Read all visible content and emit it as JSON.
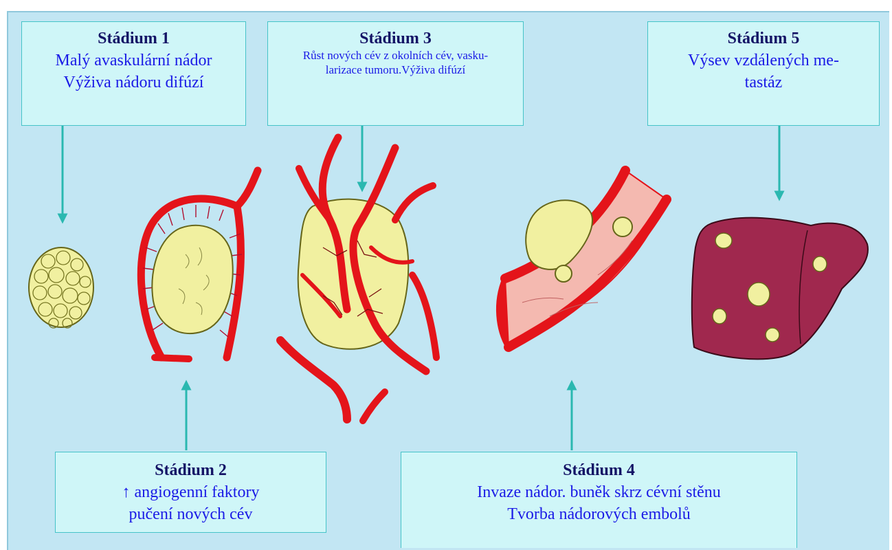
{
  "stages": [
    {
      "id": 1,
      "title": "Stádium 1",
      "lines": [
        "Malý avaskulární nádor",
        "Výživa nádoru difúzí"
      ]
    },
    {
      "id": 2,
      "title": "Stádium 2",
      "lines": [
        "↑ angiogenní faktory",
        "pučení nových cév"
      ]
    },
    {
      "id": 3,
      "title": "Stádium 3",
      "lines": [
        "Růst nových cév z okolních cév, vasku-",
        "larizace tumoru.Výživa difúzí"
      ]
    },
    {
      "id": 4,
      "title": "Stádium 4",
      "lines": [
        "Invaze nádor. buněk skrz cévní stěnu",
        "Tvorba nádorových embolů"
      ]
    },
    {
      "id": 5,
      "title": "Stádium 5",
      "lines": [
        "Výsev vzdálených me-",
        "tastáz"
      ]
    }
  ],
  "colors": {
    "background": "#c2e6f3",
    "box_fill": "#cff6f8",
    "box_border": "#45c3c8",
    "arrow": "#2ab8b0",
    "title_text": "#141466",
    "body_text": "#1a1ae6",
    "tumor": "#f1f0a0",
    "vessel": "#e4141a",
    "vessel_lumen": "#f4b9b0",
    "liver": "#a0284e"
  },
  "illustrations": [
    "avascular-tumor",
    "tumor-with-sprouting-vessels",
    "vascularized-tumor",
    "tumor-invading-vessel",
    "liver-with-metastases"
  ]
}
